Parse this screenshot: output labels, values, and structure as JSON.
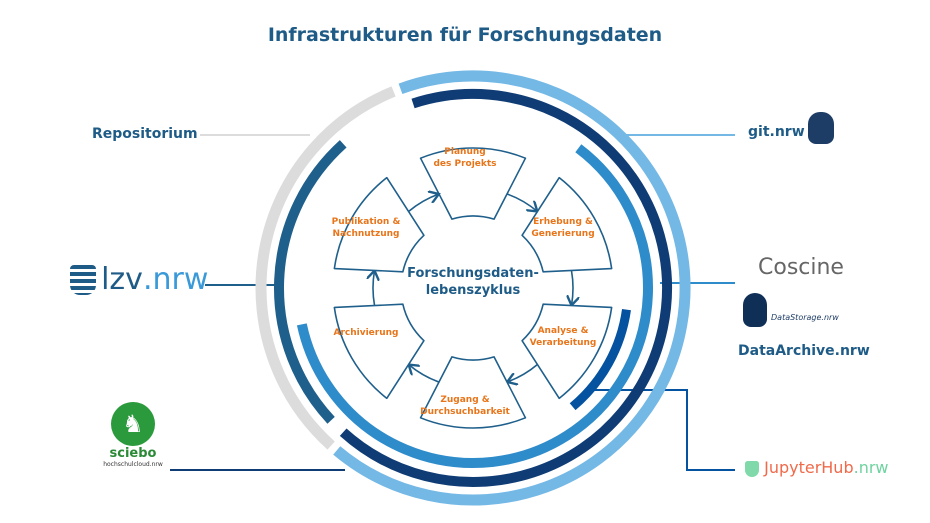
{
  "title": "Infrastrukturen für Forschungsdaten",
  "center_label": [
    "Forschungsdaten-",
    "lebenszyklus"
  ],
  "cycle_steps": [
    [
      "Planung",
      "des Projekts"
    ],
    [
      "Erhebung &",
      "Generierung"
    ],
    [
      "Analyse &",
      "Verarbeitung"
    ],
    [
      "Zugang &",
      "Durchsuchbarkeit"
    ],
    [
      "Archivierung",
      ""
    ],
    [
      "Publikation &",
      "Nachnutzung"
    ]
  ],
  "infrastructures": {
    "repositorium": "Repositorium",
    "lzv": {
      "name": "lzv",
      "suffix": ".nrw"
    },
    "sciebo": {
      "name": "sciebo",
      "sub": "hochschulcloud.nrw"
    },
    "git": "git.nrw",
    "coscine": "Coscine",
    "datastorage": "DataStorage.nrw",
    "dataarchive": "DataArchive.nrw",
    "jupyter": {
      "name": "JupyterHub",
      "suffix": ".nrw"
    }
  },
  "colors": {
    "light_blue": "#74b8e6",
    "gray": "#dcdcdc",
    "navy": "#0f3c75",
    "teal": "#1f5f8b",
    "mid_blue": "#2f8ccb",
    "deep_blue": "#0552a0",
    "orange": "#e8751a"
  }
}
